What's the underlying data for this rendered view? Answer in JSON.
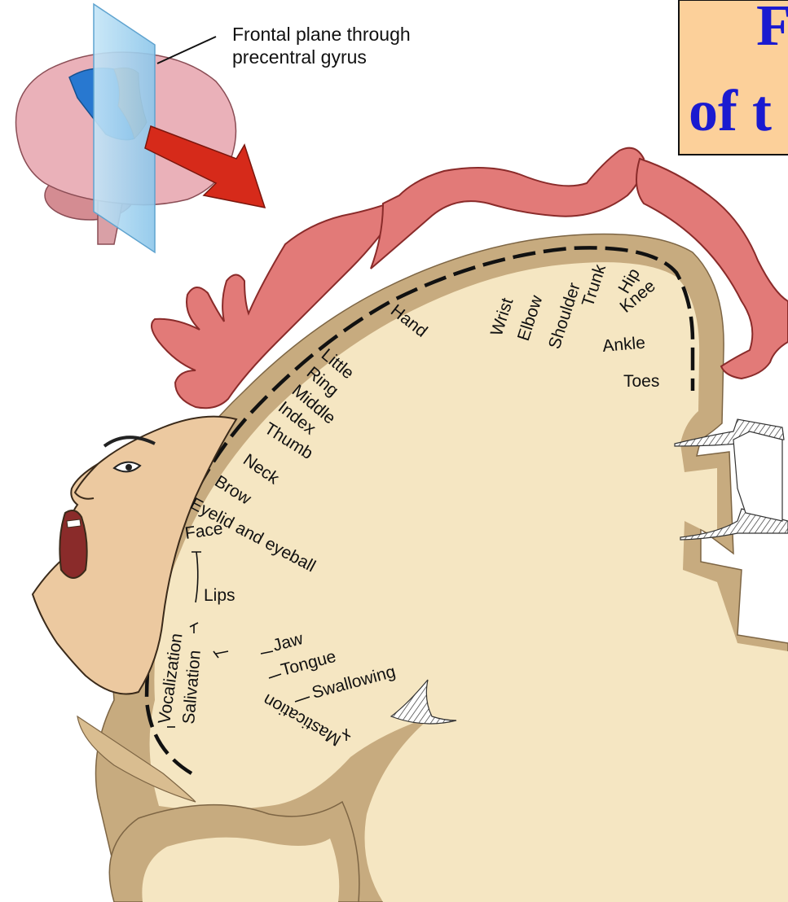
{
  "title": {
    "line1": "F",
    "line2": "of t",
    "bg_color": "#fcd09a",
    "text_color": "#1a1ad0"
  },
  "caption": {
    "line1": "Frontal plane through",
    "line2": "precentral gyrus"
  },
  "colors": {
    "cortex_outer": "#c7ab7f",
    "cortex_inner": "#f5e6c2",
    "homunculus": "#e27a78",
    "homunculus_dark": "#b94e4d",
    "skin": "#ecc9a0",
    "arrow": "#d62a1a",
    "plane": "#9fd0ee"
  },
  "labels": {
    "hand": "Hand",
    "wrist": "Wrist",
    "elbow": "Elbow",
    "shoulder": "Shoulder",
    "trunk": "Trunk",
    "hip": "Hip",
    "knee": "Knee",
    "ankle": "Ankle",
    "toes": "Toes",
    "little": "Little",
    "ring": "Ring",
    "middle": "Middle",
    "index": "Index",
    "thumb": "Thumb",
    "neck": "Neck",
    "brow": "Brow",
    "eyelid": "Eyelid and eyeball",
    "face": "Face",
    "lips": "Lips",
    "jaw": "Jaw",
    "tongue": "Tongue",
    "swallowing": "Swallowing",
    "vocalization": "Vocalization",
    "salivation": "Salivation",
    "mastication": "Mastication"
  }
}
